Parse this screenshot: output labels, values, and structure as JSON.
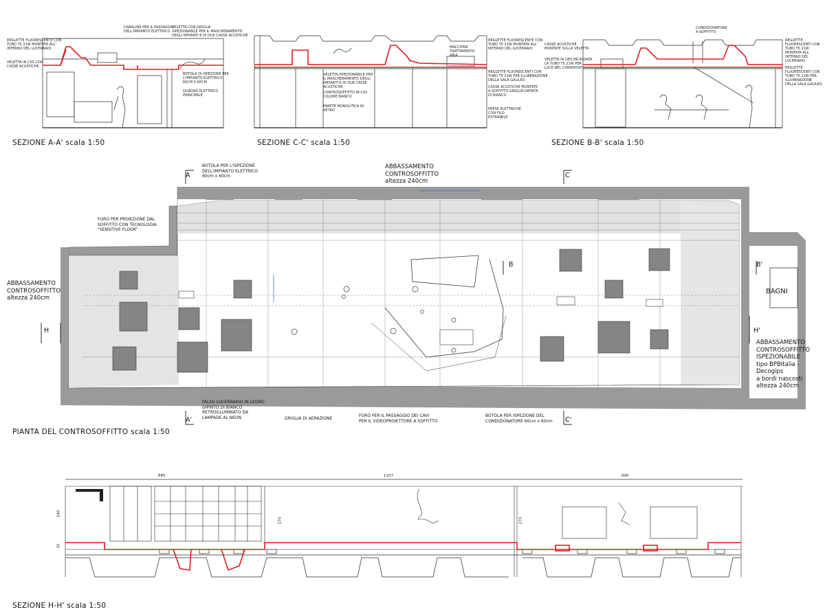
{
  "sections": {
    "aa_title": "SEZIONE A-A' scala 1:50",
    "cc_title": "SEZIONE C-C' scala 1:50",
    "bb_title": "SEZIONE B-B' scala 1:50",
    "hh_title": "SEZIONE H-H' scala 1:50",
    "aa_notes": {
      "n1": "CANALINA PER IL PASSAGGIO\nDELL'IMPIANTO ELETTRICO",
      "n2": "VELETTA CON GRIGLIA\nISPEZIONABILE PER IL MASCHERAMENTO\nDEGLI IMPIANTI E DI DUE CASSE ACUSTICHE",
      "n3": "REGLETTE FLUORESCENTE CON\nTUBO T5 21W MONTATA ALL'\nINTERNO DEL LUCERNAIO",
      "n4": "VELETTA IN CSS CON\nCASSE ACUSTICHE",
      "n5": "BOTOLA DI ISPEZIONE PER\nL'IMPIANTO ELETTRICO\n60cm x 60cm",
      "n6": "QUADRO ELETTRICO\nPRINCIPALE"
    },
    "cc_notes": {
      "n1": "REGLETTE FLUORESCENTE CON\nTUBO T5 21W MONTATA ALL'\nINTERNO DEL LUCERNAIO",
      "n2": "MACCHINE\nTRATTAMENTO\nARIA",
      "n3": "VELETTA ISPEZIONABILE PER\nIL MASCHERAMENTO DEGLI\nIMPIANTI E DI DUE CASSE\nACUSTICHE",
      "n4": "CONTROSOFFITTO IN CSS\nCOLORE BIANCO",
      "n5": "PARETE MONOLITICA IN\nVETRO",
      "n6": "REGLETTE FLUORESCENTI CON\nTUBO T5 21W PER ILLUMINAZIONE\nDELLA SALA GALILEO",
      "n7": "CASSE ACUSTICHE MONTATE\nA SOFFITTO GRIGLIA DIPINTA\nDI BIANCO",
      "n8": "PRESE ELETTRICHE\nCON FILO\nESTRAIBILE"
    },
    "bb_notes": {
      "n1": "CONDIZIONATORE\nA SOFFITTO",
      "n2": "CASSE ACUSTICHE\nMONTATE SULLA VELETTA",
      "n3": "VELETTA IN GES INCASSATA\nLA TUBO T5 21W PER\nLUCE NEL CORRIDOIO",
      "n4": "REGLETTE FLUORESCENTI CON\nTUBO T5 21W MONTATA ALL'\nINTERNO DEL LUCERNAIO",
      "n5": "REGLETTE FLUORESCENTI CON\nTUBO T5 21W PER ILLUMINAZIONE\nDELLA SALA GALILEO"
    }
  },
  "plan": {
    "title": "PIANTA DEL CONTROSOFFITTO scala 1:50",
    "cut_labels": {
      "a": "A",
      "a_end": "A'",
      "c": "C",
      "c_end": "C'",
      "b": "B",
      "b_end": "B'",
      "h": "H",
      "h_end": "H'"
    },
    "botola_top": "BOTOLA PER L'ISPEZIONE\nDELL'IMPIANTO ELETTRICO\n60cm x 60cm",
    "abbassamento_top": "ABBASSAMENTO\nCONTROSOFFITTO\naltezza 240cm",
    "foro_proiezione": "FORO PER PROIEZIONE DAL\nSOFFITTO CON TECNOLOGIA\n\"SENSITIVE FLOOR\"",
    "abbassamento_left": "ABBASSAMENTO\nCONTROSOFFITTO\naltezza 240cm",
    "abbassamento_right": "ABBASSAMENTO\nCONTROSOFFITTO\nISPEZIONABILE\ntipo BPBItalia - Decogips\na bordi nascosti\naltezza 240cm",
    "bagni": "BAGNI",
    "falso_lucernario": "FALSO LUCERNARIO IN LEGNO\nDIPINTO DI BIANCO\nRETROILLUMINATO DA\nLAMPADE AL NEON",
    "griglia": "GRIGLIA DI AERAZIONE",
    "foro_cavi": "FORO PER IL PASSAGGIO DEI CAVI\nPER IL VIDEOPROIETTORE A SOFFITTO",
    "botola_cond": "BOTOLA PER ISPEZIONE DEL\nCONDIZIONATORE 60cm x 60cm"
  },
  "hh": {
    "dim1": "885",
    "dim2": "1107",
    "dim3": "990",
    "h240": "240",
    "h270a": "270",
    "h270b": "270",
    "h30": "30"
  }
}
